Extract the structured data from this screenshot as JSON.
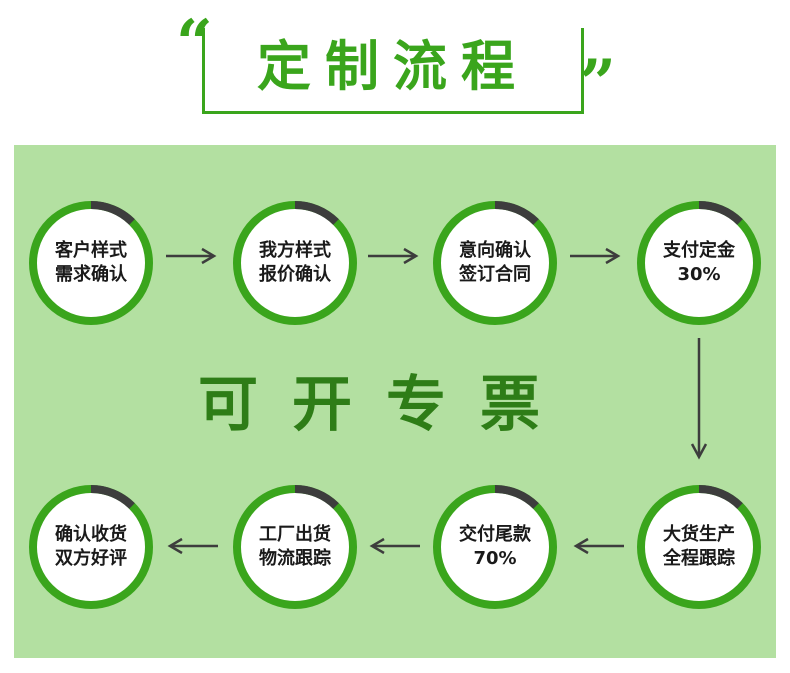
{
  "header": {
    "quote_open": "“",
    "title": "定制流程",
    "quote_close": "”"
  },
  "steps": [
    {
      "label": "客户样式\n需求确认"
    },
    {
      "label": "我方样式\n报价确认"
    },
    {
      "label": "意向确认\n签订合同"
    },
    {
      "label": "支付定金\n30%"
    },
    {
      "label": "大货生产\n全程跟踪"
    },
    {
      "label": "交付尾款\n70%"
    },
    {
      "label": "工厂出货\n物流跟踪"
    },
    {
      "label": "确认收货\n双方好评"
    }
  ],
  "invoice_text": "可开专票",
  "colors": {
    "accent": "#3aa51c",
    "panel_bg": "#b3e0a1",
    "ring_dark": "#3d3d3d",
    "arrow": "#3d3d3d",
    "invoice_text": "#2e7d17"
  }
}
